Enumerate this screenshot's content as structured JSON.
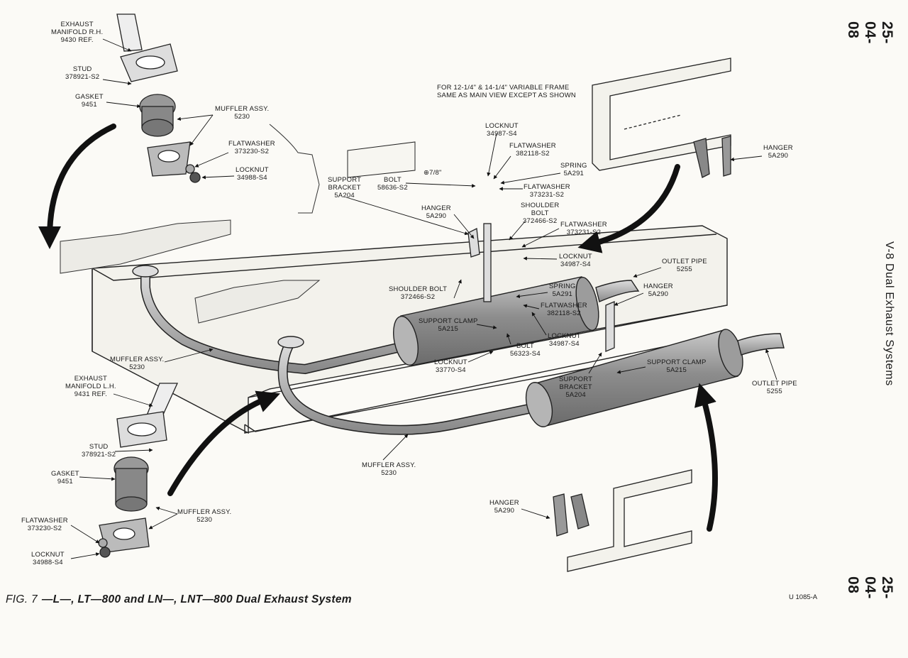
{
  "page": {
    "number_top": "25-04-08",
    "number_bottom": "25-04-08",
    "section_title": "V-8 Dual Exhaust Systems",
    "figure_label": "FIG. 7",
    "figure_title": "—L—, LT—800 and LN—, LNT—800 Dual Exhaust System",
    "figure_code": "U 1085-A"
  },
  "note": {
    "line1": "FOR 12-1/4\" & 14-1/4\" VARIABLE FRAME",
    "line2": "SAME AS MAIN VIEW EXCEPT AS SHOWN"
  },
  "dimension": "⊕7/8\"",
  "labels": {
    "manifold_rh": [
      "EXHAUST",
      "MANIFOLD R.H.",
      "9430 REF."
    ],
    "stud_top": [
      "STUD",
      "378921-S2"
    ],
    "gasket_top": [
      "GASKET",
      "9451"
    ],
    "muffler_assy_top": [
      "MUFFLER ASSY.",
      "5230"
    ],
    "flatwasher_top": [
      "FLATWASHER",
      "373230-S2"
    ],
    "locknut_top": [
      "LOCKNUT",
      "34988-S4"
    ],
    "support_bracket_top": [
      "SUPPORT",
      "BRACKET",
      "5A204"
    ],
    "bolt_top": [
      "BOLT",
      "58636-S2"
    ],
    "locknut_a": [
      "LOCKNUT",
      "34987-S4"
    ],
    "flatwasher_a": [
      "FLATWASHER",
      "382118-S2"
    ],
    "spring_a": [
      "SPRING",
      "5A291"
    ],
    "flatwasher_b": [
      "FLATWASHER",
      "373231-S2"
    ],
    "hanger_center": [
      "HANGER",
      "5A290"
    ],
    "shoulder_bolt_top": [
      "SHOULDER",
      "BOLT",
      "372466-S2"
    ],
    "flatwasher_c": [
      "FLATWASHER",
      "373231-S2"
    ],
    "locknut_b": [
      "LOCKNUT",
      "34987-S4"
    ],
    "hanger_right_top": [
      "HANGER",
      "5A290"
    ],
    "outlet_pipe_top": [
      "OUTLET PIPE",
      "5255"
    ],
    "hanger_mid": [
      "HANGER",
      "5A290"
    ],
    "shoulder_bolt_mid": [
      "SHOULDER BOLT",
      "372466-S2"
    ],
    "spring_b": [
      "SPRING",
      "5A291"
    ],
    "flatwasher_d": [
      "FLATWASHER",
      "382118-S2"
    ],
    "support_clamp_a": [
      "SUPPORT CLAMP",
      "5A215"
    ],
    "locknut_c": [
      "LOCKNUT",
      "34987-S4"
    ],
    "bolt_mid": [
      "BOLT",
      "56323-S4"
    ],
    "locknut_d": [
      "LOCKNUT",
      "33770-S4"
    ],
    "support_clamp_b": [
      "SUPPORT CLAMP",
      "5A215"
    ],
    "support_bracket_b": [
      "SUPPORT",
      "BRACKET",
      "5A204"
    ],
    "outlet_pipe_bottom": [
      "OUTLET PIPE",
      "5255"
    ],
    "muffler_assy_mid": [
      "MUFFLER ASSY.",
      "5230"
    ],
    "manifold_lh": [
      "EXHAUST",
      "MANIFOLD L.H.",
      "9431 REF."
    ],
    "stud_bottom": [
      "STUD",
      "378921-S2"
    ],
    "gasket_bottom": [
      "GASKET",
      "9451"
    ],
    "muffler_assy_lower": [
      "MUFFLER ASSY.",
      "5230"
    ],
    "flatwasher_bottom": [
      "FLATWASHER",
      "373230-S2"
    ],
    "locknut_bottom": [
      "LOCKNUT",
      "34988-S4"
    ],
    "muffler_assy_bottom": [
      "MUFFLER ASSY.",
      "5230"
    ],
    "hanger_bottom": [
      "HANGER",
      "5A290"
    ]
  }
}
